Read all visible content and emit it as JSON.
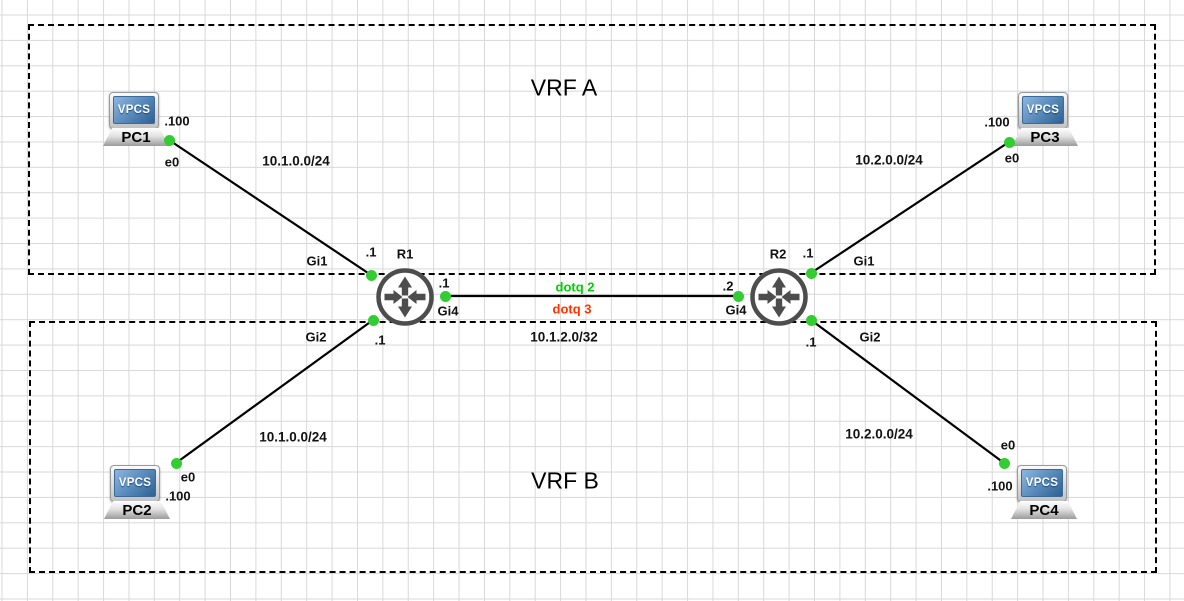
{
  "zones": {
    "vrf_a": {
      "label": "VRF A"
    },
    "vrf_b": {
      "label": "VRF B"
    }
  },
  "devices": {
    "pc1": {
      "name": "PC1",
      "icon_text": "VPCS"
    },
    "pc2": {
      "name": "PC2",
      "icon_text": "VPCS"
    },
    "pc3": {
      "name": "PC3",
      "icon_text": "VPCS"
    },
    "pc4": {
      "name": "PC4",
      "icon_text": "VPCS"
    },
    "r1": {
      "name": "R1"
    },
    "r2": {
      "name": "R2"
    }
  },
  "links": {
    "pc1_r1": {
      "network": "10.1.0.0/24",
      "pc_port": "e0",
      "pc_ip": ".100",
      "router_port": "Gi1",
      "router_ip": ".1"
    },
    "pc2_r1": {
      "network": "10.1.0.0/24",
      "pc_port": "e0",
      "pc_ip": ".100",
      "router_port": "Gi2",
      "router_ip": ".1"
    },
    "r1_r2": {
      "network": "10.1.2.0/32",
      "r1_port": "Gi4",
      "r1_ip": ".1",
      "r2_port": "Gi4",
      "r2_ip": ".2",
      "tag1": "dotq 2",
      "tag1_color": "#00d000",
      "tag2": "dotq 3",
      "tag2_color": "#ff3300"
    },
    "r2_pc3": {
      "network": "10.2.0.0/24",
      "pc_port": "e0",
      "pc_ip": ".100",
      "router_port": "Gi1",
      "router_ip": ".1"
    },
    "r2_pc4": {
      "network": "10.2.0.0/24",
      "pc_port": "e0",
      "pc_ip": ".100",
      "router_port": "Gi2",
      "router_ip": ".1"
    }
  },
  "colors": {
    "link_status_dot": "#33cc33",
    "router_icon": "#4d4d4d",
    "grid_line": "#d8d8d8",
    "link_line": "#000000"
  }
}
